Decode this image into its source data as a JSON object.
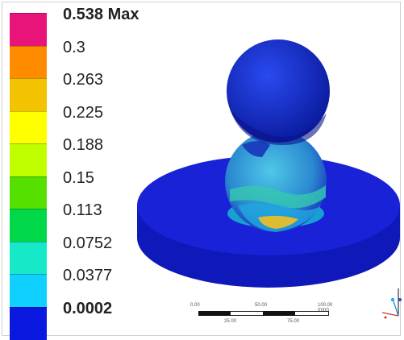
{
  "legend": {
    "items": [
      {
        "label": "0.538 Max",
        "color": "#e8147a",
        "bold": true
      },
      {
        "label": "0.3",
        "color": "#ff8c00",
        "bold": false
      },
      {
        "label": "0.263",
        "color": "#f3c200",
        "bold": false
      },
      {
        "label": "0.225",
        "color": "#ffff00",
        "bold": false
      },
      {
        "label": "0.188",
        "color": "#bfff00",
        "bold": false
      },
      {
        "label": "0.15",
        "color": "#55e000",
        "bold": false
      },
      {
        "label": "0.113",
        "color": "#00d84a",
        "bold": false
      },
      {
        "label": "0.0752",
        "color": "#16e8c8",
        "bold": false
      },
      {
        "label": "0.0377",
        "color": "#10d0ff",
        "bold": false
      },
      {
        "label": "0.0002",
        "color": "#1e8cff",
        "bold": true
      }
    ],
    "bottom_color": "#0a18e0"
  },
  "model": {
    "base_color": "#1a22d8",
    "top_sphere_color": "#1a3ad8",
    "middle_sphere_color": "#3aa0d8"
  },
  "scale": {
    "top_labels": [
      "0.00",
      "50.00",
      "100.00 (mm)"
    ],
    "bottom_labels": [
      "25.00",
      "75.00"
    ]
  }
}
